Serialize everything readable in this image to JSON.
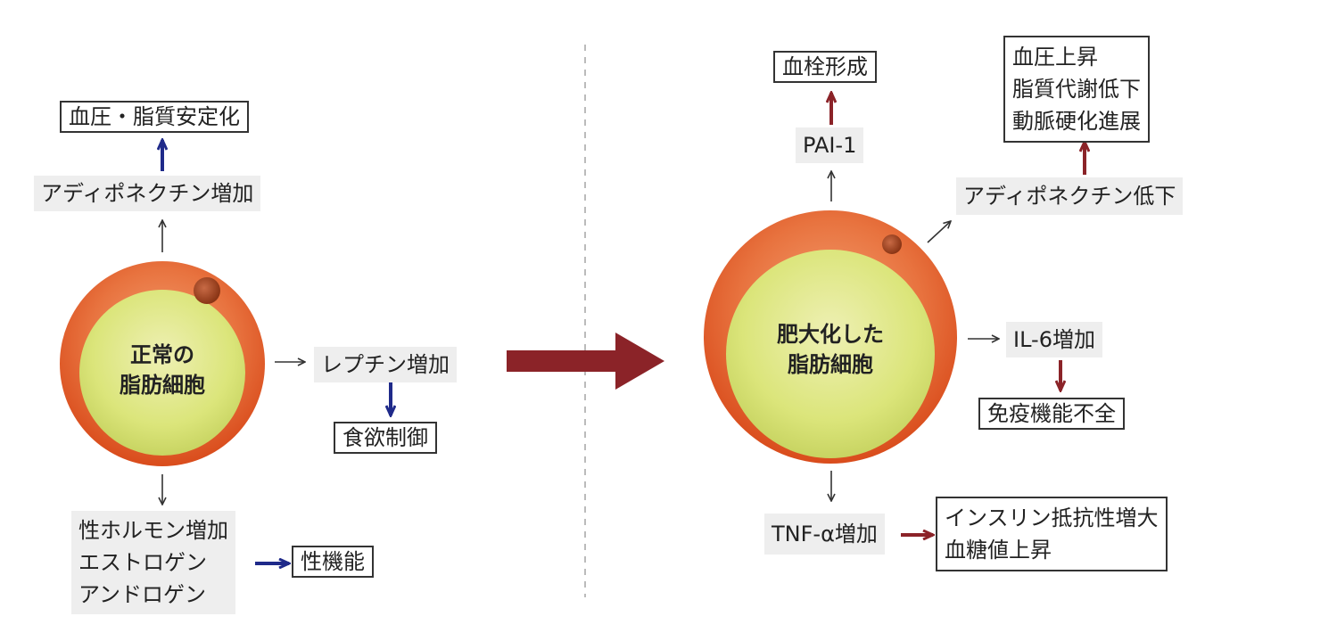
{
  "left": {
    "cell_label_line1": "正常の",
    "cell_label_line2": "脂肪細胞",
    "bp_lipid": "血圧・脂質安定化",
    "adiponectin_up": "アディポネクチン増加",
    "leptin_up": "レプチン増加",
    "appetite": "食欲制御",
    "sex_hormone_line1": "性ホルモン増加",
    "sex_hormone_line2": "エストロゲン",
    "sex_hormone_line3": "アンドロゲン",
    "sexual_function": "性機能"
  },
  "right": {
    "cell_label_line1": "肥大化した",
    "cell_label_line2": "脂肪細胞",
    "thrombus": "血栓形成",
    "pai1": "PAI-1",
    "cv_line1": "血圧上昇",
    "cv_line2": "脂質代謝低下",
    "cv_line3": "動脈硬化進展",
    "adiponectin_down": "アディポネクチン低下",
    "il6": "IL-6増加",
    "immune": "免疫機能不全",
    "tnf": "TNF-α増加",
    "insulin_line1": "インスリン抵抗性増大",
    "insulin_line2": "血糖値上昇"
  },
  "colors": {
    "normal_arrow": "#1f2a8a",
    "obese_arrow": "#8b2328",
    "transition_arrow": "#8b2328",
    "label_bg": "#eeeeee"
  }
}
